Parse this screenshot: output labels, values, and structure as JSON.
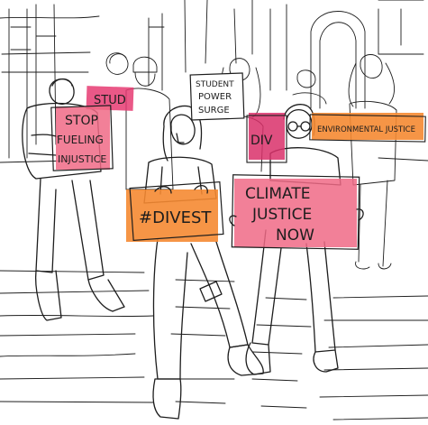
{
  "illustration": {
    "signs": [
      {
        "name": "sign-stop-fueling-injustice",
        "lines": [
          "STOP",
          "FUELING",
          "INJUSTICE"
        ],
        "color": "#f06a86"
      },
      {
        "name": "sign-student-power-surge",
        "lines": [
          "STUDENT",
          "POWER",
          "SURGE"
        ],
        "color": "#ffffff"
      },
      {
        "name": "sign-divest",
        "lines": [
          "#DIVEST"
        ],
        "color": "#f58a32"
      },
      {
        "name": "sign-climate-justice-now",
        "lines": [
          "CLIMATE",
          "JUSTICE",
          "NOW"
        ],
        "color": "#f06a86"
      },
      {
        "name": "sign-environmental-justice",
        "lines": [
          "ENVIRONMENTAL JUSTICE"
        ],
        "color": "#f58a32"
      },
      {
        "name": "sign-background-stud",
        "lines": [
          "STUD"
        ],
        "color": "#e63b72"
      },
      {
        "name": "sign-background-div",
        "lines": [
          "DIV"
        ],
        "color": "#d9306a"
      }
    ]
  }
}
